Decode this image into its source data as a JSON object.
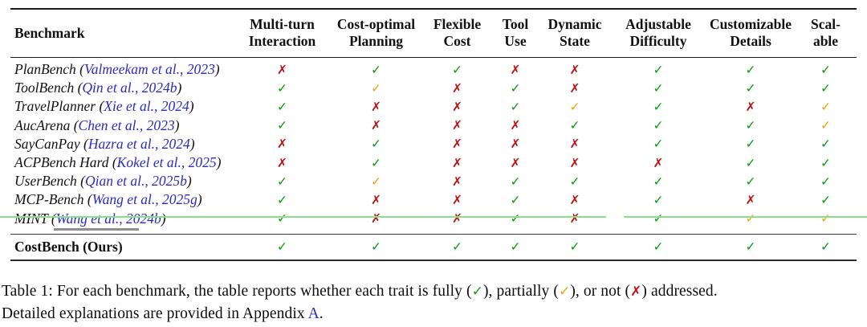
{
  "colors": {
    "check_green": "#0f9d0f",
    "check_orange": "#f2a50c",
    "cross_red": "#ba1414",
    "citation_blue": "#2a2ac4",
    "artifact_green_line": "#84e384"
  },
  "table": {
    "legend_glyphs": {
      "yes": "✓",
      "partial": "✓",
      "no": "✗"
    },
    "columns": [
      {
        "id": "benchmark",
        "line1": "Benchmark",
        "line2": ""
      },
      {
        "id": "multi-turn",
        "line1": "Multi-turn",
        "line2": "Interaction"
      },
      {
        "id": "cost-optimal",
        "line1": "Cost-optimal",
        "line2": "Planning"
      },
      {
        "id": "flexible-cost",
        "line1": "Flexible",
        "line2": "Cost"
      },
      {
        "id": "tool-use",
        "line1": "Tool",
        "line2": "Use"
      },
      {
        "id": "dynamic-state",
        "line1": "Dynamic",
        "line2": "State"
      },
      {
        "id": "adjustable-difficulty",
        "line1": "Adjustable",
        "line2": "Difficulty"
      },
      {
        "id": "customizable-details",
        "line1": "Customizable",
        "line2": "Details"
      },
      {
        "id": "scalable",
        "line1": "Scal-",
        "line2": "able"
      }
    ],
    "rows": [
      {
        "name": "PlanBench",
        "citation": "Valmeekam et al., 2023",
        "marks": [
          "no",
          "yes",
          "yes",
          "no",
          "no",
          "yes",
          "yes",
          "yes"
        ]
      },
      {
        "name": "ToolBench",
        "citation": "Qin et al., 2024b",
        "marks": [
          "yes",
          "partial",
          "no",
          "yes",
          "no",
          "yes",
          "yes",
          "yes"
        ]
      },
      {
        "name": "TravelPlanner",
        "citation": "Xie et al., 2024",
        "marks": [
          "yes",
          "no",
          "no",
          "yes",
          "partial",
          "yes",
          "no",
          "partial"
        ]
      },
      {
        "name": "AucArena",
        "citation": "Chen et al., 2023",
        "marks": [
          "yes",
          "no",
          "no",
          "no",
          "yes",
          "yes",
          "yes",
          "partial"
        ]
      },
      {
        "name": "SayCanPay",
        "citation": "Hazra et al., 2024",
        "marks": [
          "no",
          "yes",
          "no",
          "no",
          "no",
          "yes",
          "yes",
          "yes"
        ]
      },
      {
        "name": "ACPBench Hard",
        "citation": "Kokel et al., 2025",
        "marks": [
          "no",
          "yes",
          "no",
          "no",
          "no",
          "no",
          "yes",
          "yes"
        ]
      },
      {
        "name": "UserBench",
        "citation": "Qian et al., 2025b",
        "marks": [
          "yes",
          "partial",
          "no",
          "yes",
          "yes",
          "yes",
          "yes",
          "yes"
        ]
      },
      {
        "name": "MCP-Bench",
        "citation": "Wang et al., 2025g",
        "marks": [
          "yes",
          "no",
          "no",
          "yes",
          "no",
          "yes",
          "no",
          "yes"
        ]
      },
      {
        "name": "MINT",
        "citation": "Wang et al., 2024b",
        "marks": [
          "yes",
          "no",
          "no",
          "yes",
          "no",
          "yes",
          "partial",
          "partial"
        ]
      }
    ],
    "final_row": {
      "name": "CostBench (Ours)",
      "citation": "",
      "marks": [
        "yes",
        "yes",
        "yes",
        "yes",
        "yes",
        "yes",
        "yes",
        "yes"
      ]
    }
  },
  "caption": {
    "part1": "Table 1: For each benchmark, the table reports whether each trait is fully (",
    "fully_glyph": "✓",
    "part2": "), partially (",
    "partial_glyph": "✓",
    "part3": "), or not (",
    "not_glyph": "✗",
    "part4": ") addressed.",
    "line2_text": "Detailed explanations are provided in Appendix ",
    "appendix_link": "A",
    "line2_period": "."
  }
}
